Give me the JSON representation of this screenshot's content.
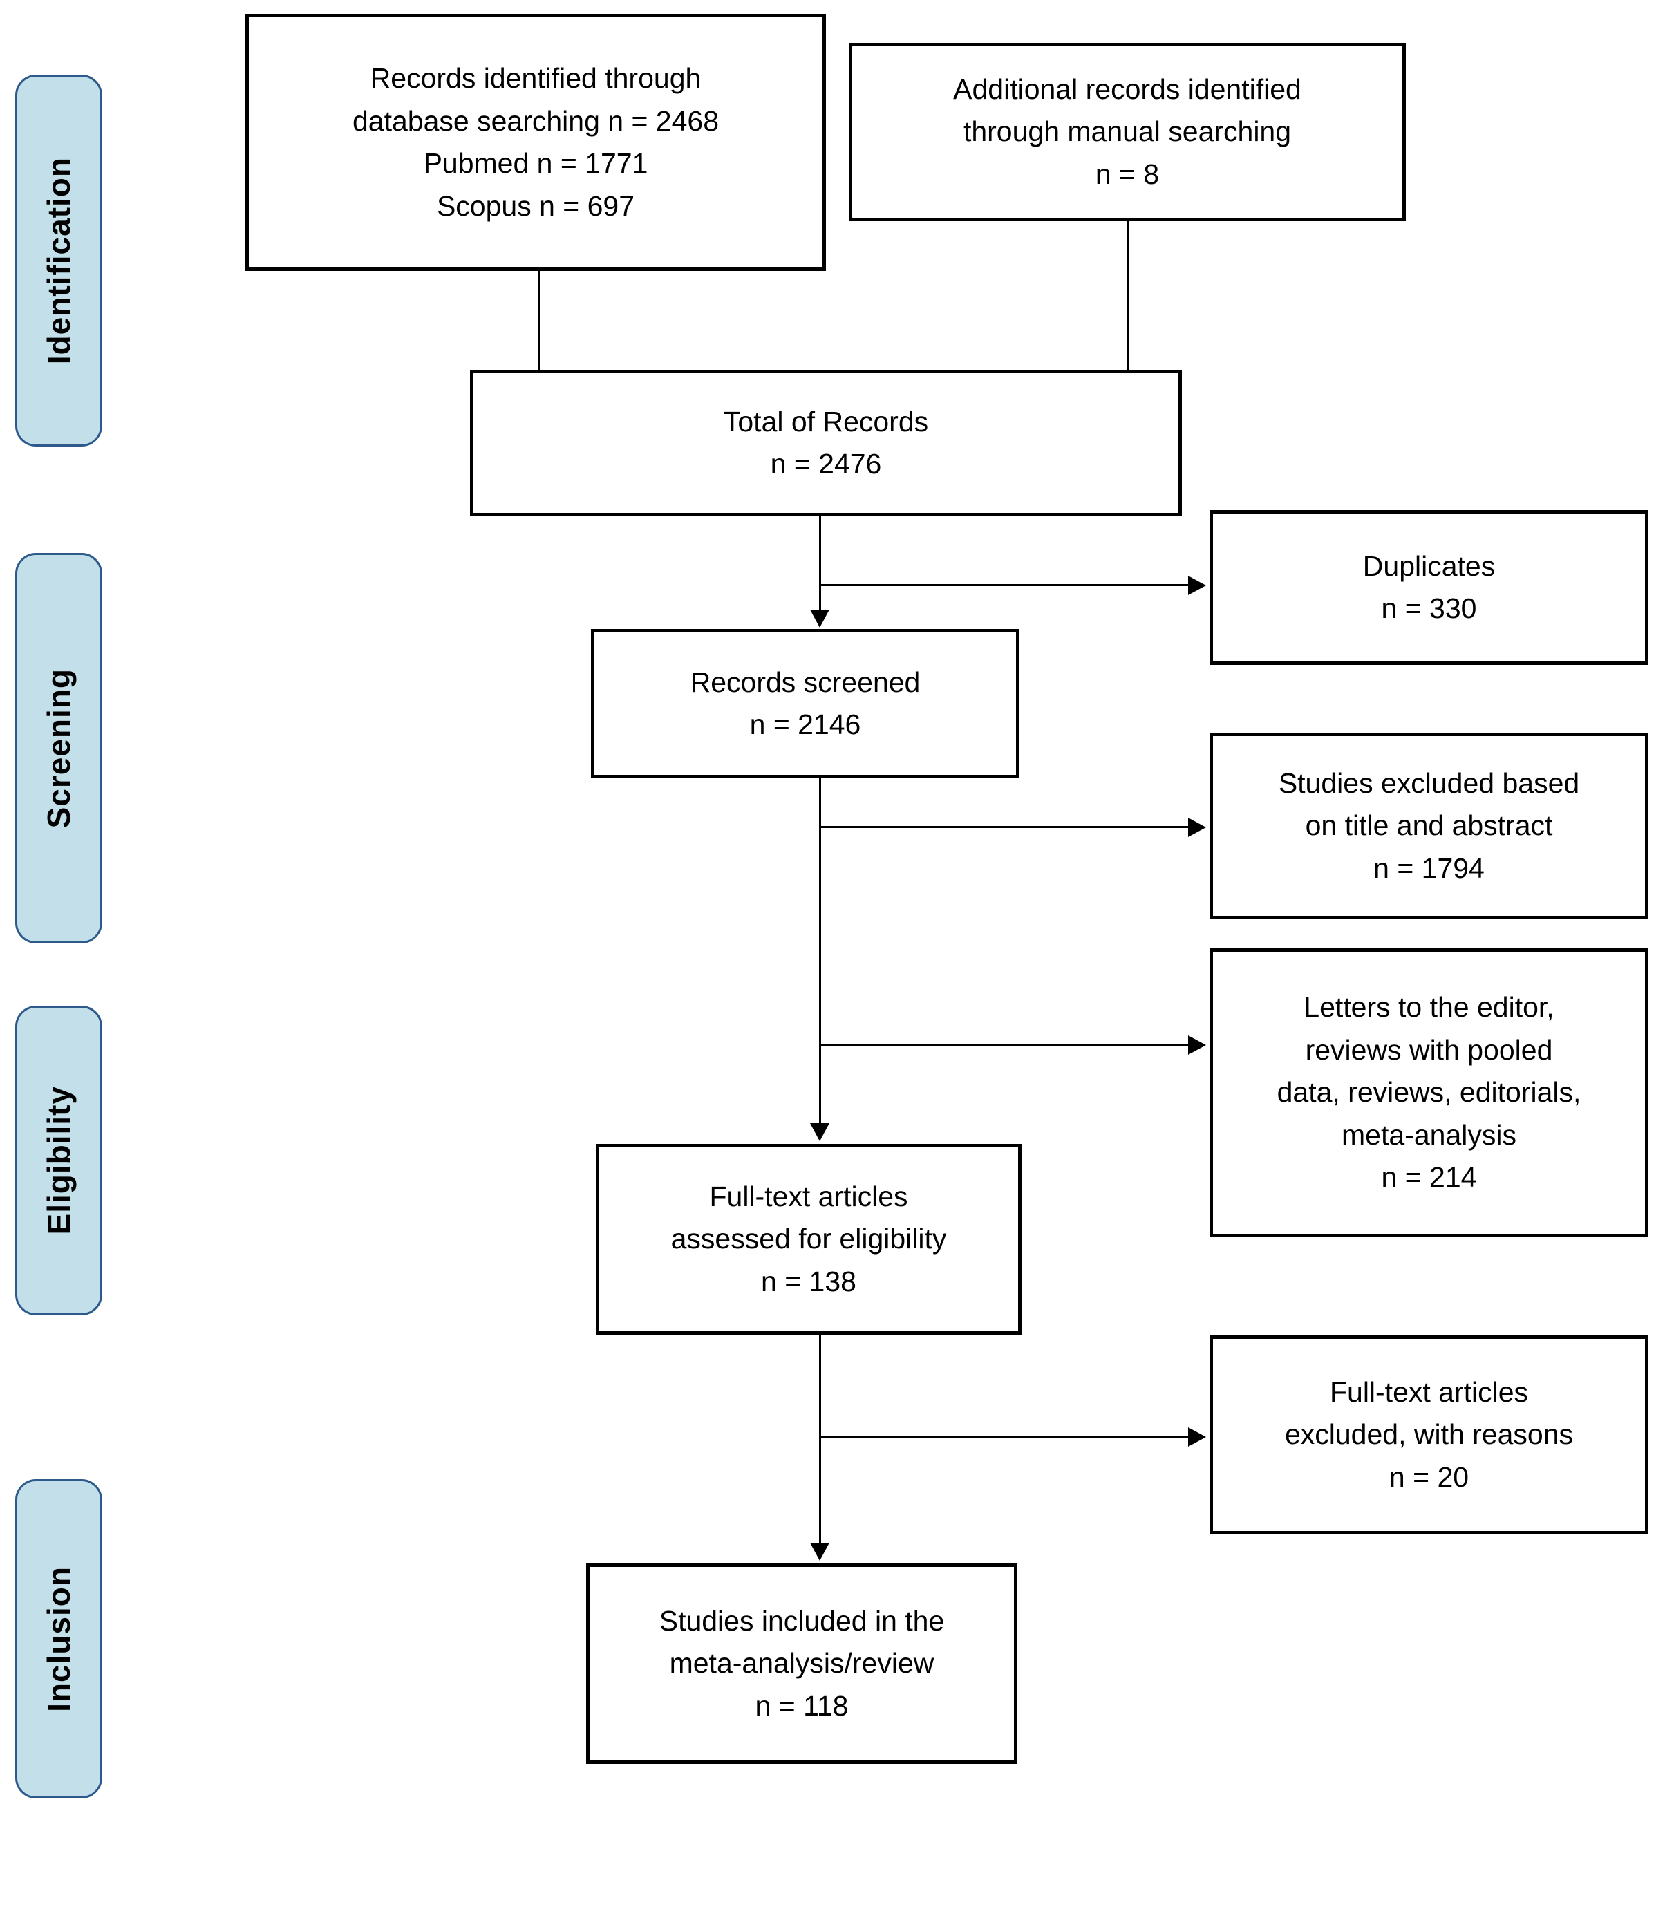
{
  "diagram": {
    "stages": [
      {
        "label": "Identification"
      },
      {
        "label": "Screening"
      },
      {
        "label": "Eligibility"
      },
      {
        "label": "Inclusion"
      }
    ],
    "boxes": {
      "records_identified": {
        "lines": [
          "Records identified through",
          "database searching n = 2468",
          "Pubmed n = 1771",
          "Scopus n = 697"
        ]
      },
      "additional_records": {
        "lines": [
          "Additional records identified",
          "through manual searching",
          "n = 8"
        ]
      },
      "total_records": {
        "lines": [
          "Total of Records",
          "n = 2476"
        ]
      },
      "duplicates": {
        "lines": [
          "Duplicates",
          "n = 330"
        ]
      },
      "records_screened": {
        "lines": [
          "Records screened",
          "n = 2146"
        ]
      },
      "excluded_title_abstract": {
        "lines": [
          "Studies excluded based",
          "on title and abstract",
          "n = 1794"
        ]
      },
      "letters_editor": {
        "lines": [
          "Letters to the editor,",
          "reviews with pooled",
          "data, reviews, editorials,",
          "meta-analysis",
          "n = 214"
        ]
      },
      "fulltext_assessed": {
        "lines": [
          "Full-text articles",
          "assessed for eligibility",
          "n = 138"
        ]
      },
      "fulltext_excluded": {
        "lines": [
          "Full-text articles",
          "excluded, with reasons",
          "n = 20"
        ]
      },
      "studies_included": {
        "lines": [
          "Studies included in the",
          "meta-analysis/review",
          "n = 118"
        ]
      }
    },
    "colors": {
      "stage_fill": "#c3dfe9",
      "stage_border": "#2e5a8b",
      "line": "#000000",
      "box_border": "#000000",
      "box_fill": "#ffffff",
      "text": "#000000"
    }
  }
}
